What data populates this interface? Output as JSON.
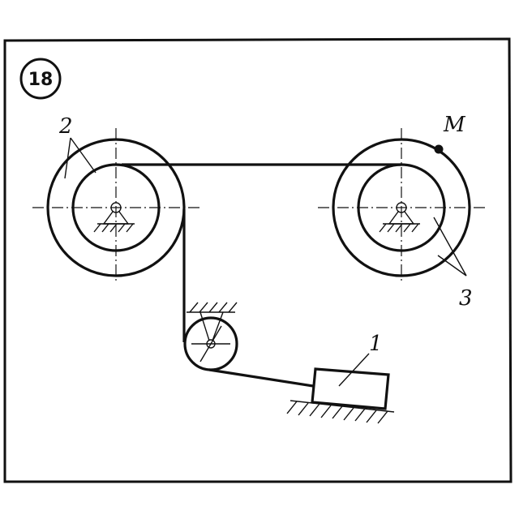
{
  "diagram": {
    "figure_number": "18",
    "labels": {
      "block": "1",
      "drum_left": "2",
      "drum_right": "3",
      "point": "M"
    },
    "colors": {
      "ink": "#111111",
      "background": "#ffffff"
    }
  }
}
